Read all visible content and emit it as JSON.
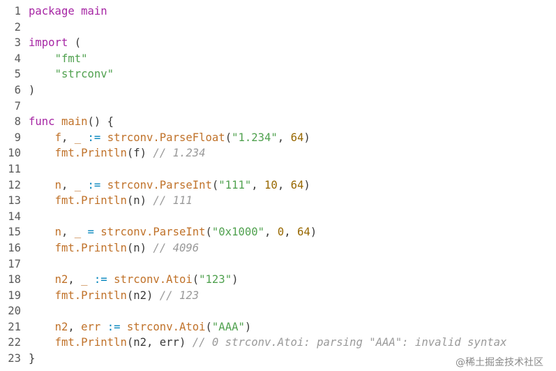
{
  "lines": [
    {
      "n": "1",
      "tokens": [
        {
          "t": "kw",
          "v": "package"
        },
        {
          "t": "id",
          "v": " "
        },
        {
          "t": "kw",
          "v": "main"
        }
      ]
    },
    {
      "n": "2",
      "tokens": []
    },
    {
      "n": "3",
      "tokens": [
        {
          "t": "kw",
          "v": "import"
        },
        {
          "t": "id",
          "v": " ("
        }
      ]
    },
    {
      "n": "4",
      "tokens": [
        {
          "t": "id",
          "v": "    "
        },
        {
          "t": "str",
          "v": "\"fmt\""
        }
      ]
    },
    {
      "n": "5",
      "tokens": [
        {
          "t": "id",
          "v": "    "
        },
        {
          "t": "str",
          "v": "\"strconv\""
        }
      ]
    },
    {
      "n": "6",
      "tokens": [
        {
          "t": "id",
          "v": ")"
        }
      ]
    },
    {
      "n": "7",
      "tokens": []
    },
    {
      "n": "8",
      "tokens": [
        {
          "t": "kw",
          "v": "func"
        },
        {
          "t": "id",
          "v": " "
        },
        {
          "t": "fn",
          "v": "main"
        },
        {
          "t": "id",
          "v": "() {"
        }
      ]
    },
    {
      "n": "9",
      "tokens": [
        {
          "t": "id",
          "v": "    "
        },
        {
          "t": "fn",
          "v": "f"
        },
        {
          "t": "id",
          "v": ", "
        },
        {
          "t": "fn",
          "v": "_"
        },
        {
          "t": "id",
          "v": " "
        },
        {
          "t": "op",
          "v": ":="
        },
        {
          "t": "id",
          "v": " "
        },
        {
          "t": "fn",
          "v": "strconv.ParseFloat"
        },
        {
          "t": "id",
          "v": "("
        },
        {
          "t": "str",
          "v": "\"1.234\""
        },
        {
          "t": "id",
          "v": ", "
        },
        {
          "t": "num",
          "v": "64"
        },
        {
          "t": "id",
          "v": ")"
        }
      ]
    },
    {
      "n": "10",
      "tokens": [
        {
          "t": "id",
          "v": "    "
        },
        {
          "t": "fn",
          "v": "fmt.Println"
        },
        {
          "t": "id",
          "v": "(f) "
        },
        {
          "t": "cm",
          "v": "// 1.234"
        }
      ]
    },
    {
      "n": "11",
      "tokens": []
    },
    {
      "n": "12",
      "tokens": [
        {
          "t": "id",
          "v": "    "
        },
        {
          "t": "fn",
          "v": "n"
        },
        {
          "t": "id",
          "v": ", "
        },
        {
          "t": "fn",
          "v": "_"
        },
        {
          "t": "id",
          "v": " "
        },
        {
          "t": "op",
          "v": ":="
        },
        {
          "t": "id",
          "v": " "
        },
        {
          "t": "fn",
          "v": "strconv.ParseInt"
        },
        {
          "t": "id",
          "v": "("
        },
        {
          "t": "str",
          "v": "\"111\""
        },
        {
          "t": "id",
          "v": ", "
        },
        {
          "t": "num",
          "v": "10"
        },
        {
          "t": "id",
          "v": ", "
        },
        {
          "t": "num",
          "v": "64"
        },
        {
          "t": "id",
          "v": ")"
        }
      ]
    },
    {
      "n": "13",
      "tokens": [
        {
          "t": "id",
          "v": "    "
        },
        {
          "t": "fn",
          "v": "fmt.Println"
        },
        {
          "t": "id",
          "v": "(n) "
        },
        {
          "t": "cm",
          "v": "// 111"
        }
      ]
    },
    {
      "n": "14",
      "tokens": []
    },
    {
      "n": "15",
      "tokens": [
        {
          "t": "id",
          "v": "    "
        },
        {
          "t": "fn",
          "v": "n"
        },
        {
          "t": "id",
          "v": ", "
        },
        {
          "t": "fn",
          "v": "_"
        },
        {
          "t": "id",
          "v": " "
        },
        {
          "t": "op",
          "v": "="
        },
        {
          "t": "id",
          "v": " "
        },
        {
          "t": "fn",
          "v": "strconv.ParseInt"
        },
        {
          "t": "id",
          "v": "("
        },
        {
          "t": "str",
          "v": "\"0x1000\""
        },
        {
          "t": "id",
          "v": ", "
        },
        {
          "t": "num",
          "v": "0"
        },
        {
          "t": "id",
          "v": ", "
        },
        {
          "t": "num",
          "v": "64"
        },
        {
          "t": "id",
          "v": ")"
        }
      ]
    },
    {
      "n": "16",
      "tokens": [
        {
          "t": "id",
          "v": "    "
        },
        {
          "t": "fn",
          "v": "fmt.Println"
        },
        {
          "t": "id",
          "v": "(n) "
        },
        {
          "t": "cm",
          "v": "// 4096"
        }
      ]
    },
    {
      "n": "17",
      "tokens": []
    },
    {
      "n": "18",
      "tokens": [
        {
          "t": "id",
          "v": "    "
        },
        {
          "t": "fn",
          "v": "n2"
        },
        {
          "t": "id",
          "v": ", "
        },
        {
          "t": "fn",
          "v": "_"
        },
        {
          "t": "id",
          "v": " "
        },
        {
          "t": "op",
          "v": ":="
        },
        {
          "t": "id",
          "v": " "
        },
        {
          "t": "fn",
          "v": "strconv.Atoi"
        },
        {
          "t": "id",
          "v": "("
        },
        {
          "t": "str",
          "v": "\"123\""
        },
        {
          "t": "id",
          "v": ")"
        }
      ]
    },
    {
      "n": "19",
      "tokens": [
        {
          "t": "id",
          "v": "    "
        },
        {
          "t": "fn",
          "v": "fmt.Println"
        },
        {
          "t": "id",
          "v": "(n2) "
        },
        {
          "t": "cm",
          "v": "// 123"
        }
      ]
    },
    {
      "n": "20",
      "tokens": []
    },
    {
      "n": "21",
      "tokens": [
        {
          "t": "id",
          "v": "    "
        },
        {
          "t": "fn",
          "v": "n2"
        },
        {
          "t": "id",
          "v": ", "
        },
        {
          "t": "fn",
          "v": "err"
        },
        {
          "t": "id",
          "v": " "
        },
        {
          "t": "op",
          "v": ":="
        },
        {
          "t": "id",
          "v": " "
        },
        {
          "t": "fn",
          "v": "strconv.Atoi"
        },
        {
          "t": "id",
          "v": "("
        },
        {
          "t": "str",
          "v": "\"AAA\""
        },
        {
          "t": "id",
          "v": ")"
        }
      ]
    },
    {
      "n": "22",
      "tokens": [
        {
          "t": "id",
          "v": "    "
        },
        {
          "t": "fn",
          "v": "fmt.Println"
        },
        {
          "t": "id",
          "v": "(n2, err) "
        },
        {
          "t": "cm",
          "v": "// 0 strconv.Atoi: parsing \"AAA\": invalid syntax"
        }
      ]
    },
    {
      "n": "23",
      "tokens": [
        {
          "t": "id",
          "v": "}"
        }
      ]
    }
  ],
  "watermark": "@稀土掘金技术社区",
  "colors": {
    "keyword": "#a626a4",
    "string": "#50a14f",
    "number": "#986801",
    "function": "#c0722a",
    "operator": "#0184bc",
    "comment": "#9a9a9a"
  }
}
